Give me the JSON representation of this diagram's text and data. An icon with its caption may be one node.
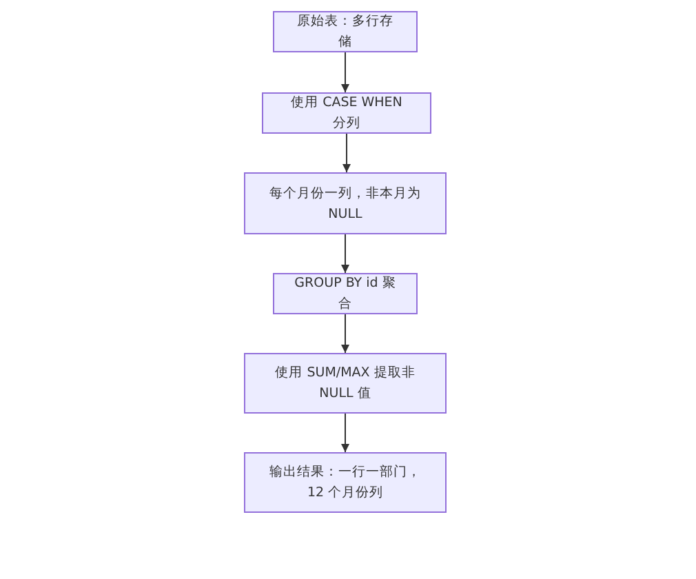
{
  "diagram": {
    "nodes": [
      {
        "text": [
          "原始表：多行存储"
        ]
      },
      {
        "text": [
          "使用 CASE WHEN 分列"
        ]
      },
      {
        "text": [
          "每个月份一列，非本月为 NULL"
        ]
      },
      {
        "text": [
          "GROUP BY id 聚合"
        ]
      },
      {
        "text": [
          "使用 SUM/MAX 提取非 NULL 值"
        ]
      },
      {
        "text": [
          "输出结果：一行一部门，12 个月份列"
        ]
      }
    ],
    "edges": [
      {
        "from": 0,
        "to": 1,
        "arrow": "to"
      },
      {
        "from": 1,
        "to": 2,
        "arrow": "to"
      },
      {
        "from": 2,
        "to": 3,
        "arrow": "to"
      },
      {
        "from": 3,
        "to": 4,
        "arrow": "to"
      },
      {
        "from": 4,
        "to": 5,
        "arrow": "to"
      }
    ]
  }
}
